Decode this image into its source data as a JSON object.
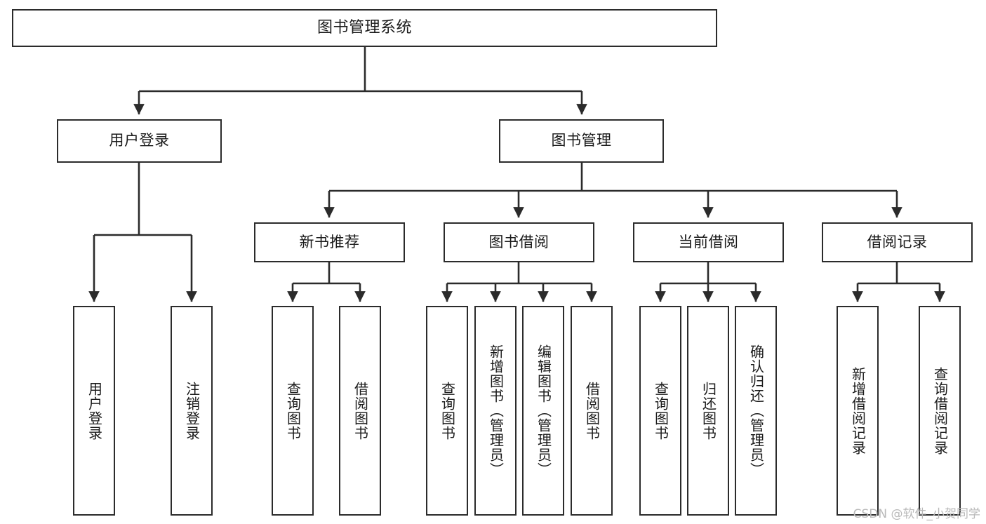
{
  "diagram": {
    "title": "图书管理系统",
    "type": "tree-hierarchy-chart",
    "orientation": "top-down",
    "colors": {
      "box_border": "#2b2b2b",
      "box_fill": "#ffffff",
      "edge": "#2b2b2b",
      "text": "#1a1a1a",
      "watermark": "#b9b9b9"
    }
  },
  "watermark": {
    "text": "CSDN @软件_小贺同学"
  },
  "nodes": {
    "root": {
      "label": "图书管理系统"
    },
    "level1": [
      {
        "id": "user-login",
        "label": "用户登录"
      },
      {
        "id": "book-management",
        "label": "图书管理"
      }
    ],
    "level2": [
      {
        "id": "new-book-recommend",
        "label": "新书推荐"
      },
      {
        "id": "book-borrow",
        "label": "图书借阅"
      },
      {
        "id": "current-borrow",
        "label": "当前借阅"
      },
      {
        "id": "borrow-record",
        "label": "借阅记录"
      }
    ],
    "leaves": {
      "user_login": [
        {
          "id": "leaf-user-login",
          "label": "用户登录"
        },
        {
          "id": "leaf-logout-login",
          "label": "注销登录"
        }
      ],
      "new_book_recommend": [
        {
          "id": "leaf-query-book-1",
          "label": "查询图书"
        },
        {
          "id": "leaf-borrow-book-1",
          "label": "借阅图书"
        }
      ],
      "book_borrow": [
        {
          "id": "leaf-query-book-2",
          "label": "查询图书"
        },
        {
          "id": "leaf-add-book",
          "label": "新增图书（管理员）"
        },
        {
          "id": "leaf-edit-book",
          "label": "编辑图书（管理员）"
        },
        {
          "id": "leaf-borrow-book-2",
          "label": "借阅图书"
        }
      ],
      "current_borrow": [
        {
          "id": "leaf-query-book-3",
          "label": "查询图书"
        },
        {
          "id": "leaf-return-book",
          "label": "归还图书"
        },
        {
          "id": "leaf-confirm-return",
          "label": "确认归还（管理员）"
        }
      ],
      "borrow_record": [
        {
          "id": "leaf-add-borrow-record",
          "label": "新增借阅记录"
        },
        {
          "id": "leaf-query-borrow-record",
          "label": "查询借阅记录"
        }
      ]
    }
  }
}
